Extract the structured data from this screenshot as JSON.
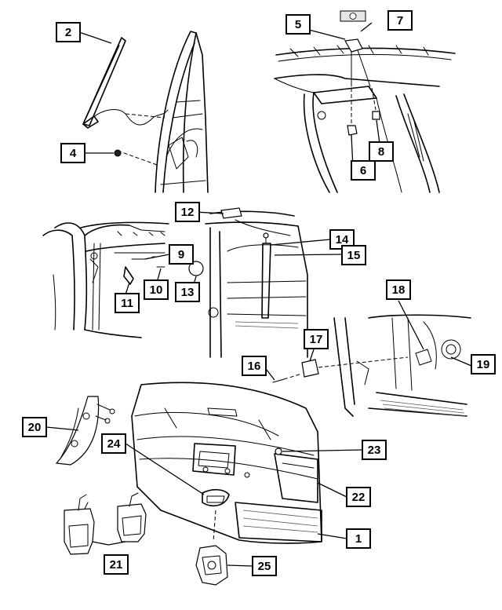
{
  "callouts": {
    "c1": "1",
    "c2": "2",
    "c4": "4",
    "c5": "5",
    "c6": "6",
    "c7": "7",
    "c8": "8",
    "c9": "9",
    "c10": "10",
    "c11": "11",
    "c12": "12",
    "c13": "13",
    "c14": "14",
    "c15": "15",
    "c16": "16",
    "c17": "17",
    "c18": "18",
    "c19": "19",
    "c20": "20",
    "c21": "21",
    "c22": "22",
    "c23": "23",
    "c24": "24",
    "c25": "25"
  }
}
